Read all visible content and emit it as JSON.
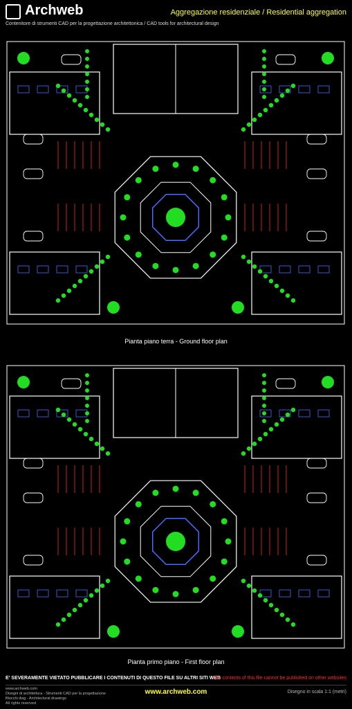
{
  "header": {
    "brand": "Archweb",
    "title": "Aggregazione residenziale / Residential aggregation",
    "subtitle": "Contenitore di strumenti CAD per la progettazione architettonica  /  CAD tools for architectural design"
  },
  "plans": [
    {
      "caption": "Pianta piano terra - Ground floor plan"
    },
    {
      "caption": "Pianta primo piano - First floor plan"
    }
  ],
  "footer": {
    "warning_it": "E' SEVERAMENTE VIETATO PUBBLICARE I CONTENUTI DI QUESTO FILE SU ALTRI SITI WEB",
    "warning_en": "The contents of this file cannot be published on other websites",
    "lines": [
      "www.archweb.com",
      "Disegni di architettura - Strumenti CAD  per la progettazione",
      "Blocchi dwg - Architectural drawings",
      "All rights reserved"
    ],
    "url": "www.archweb.com",
    "scale": "Disegno in scala 1:1 (metri)"
  },
  "colors": {
    "brand_yellow": "#ffff33",
    "warning_red": "#ff2a2a",
    "tree_green": "#22dd22",
    "wall_white": "#ffffff",
    "furniture_blue": "#4a6cff",
    "hatch_red": "#cc2222"
  }
}
